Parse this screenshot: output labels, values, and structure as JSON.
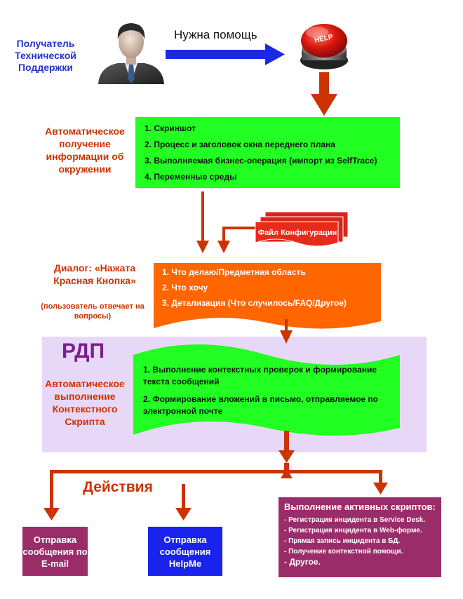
{
  "recipient_label": "Получатель Технической Поддержки",
  "arrow_label": "Нужна помощь",
  "help_button_text": "HELP",
  "env_label": "Автоматическое получение информации об окружении",
  "env_items": [
    "1. Скриншот",
    "2. Процесс и заголовок окна переднего плана",
    "3. Выполняемая бизнес-операция (импорт из SelfTrace)",
    "4. Переменные среды"
  ],
  "config_file_label": "Файл Конфигурации",
  "dialog_title": "Диалог: «Нажата Красная Кнопка»",
  "dialog_note": "(пользователь отвечает на вопросы)",
  "dialog_items": [
    "1. Что делаю/Предметная область",
    "2. Что хочу",
    "3. Детализация (Что случилось/FAQ/Другое)"
  ],
  "rdp_title": "РДП",
  "script_label": "Автоматическое выполнение Контекстного Скрипта",
  "script_items": [
    "1. Выполнение контекстных проверок и формирование текста сообщений",
    "2. Формирование вложений в письмо, отправляемое  по электронной почте"
  ],
  "actions_label": "Действия",
  "action_email": "Отправка сообщения по E-mail",
  "action_helpme": "Отправка сообщения HelpMe",
  "active_scripts_title": "Выполнение активных скриптов:",
  "active_scripts_items": [
    "- Регистрация инцидента в Service Desk.",
    "- Регистрация инцидента в Web-форме.",
    "- Прямая запись инцидента в БД.",
    "- Получение контекстной помощи.",
    "- Другое."
  ],
  "colors": {
    "blue_text": "#2233c8",
    "red_text": "#cc3300",
    "env_box": "#22ff22",
    "dialog_box": "#ff6600",
    "rdp_background": "#e8d8f8",
    "rdp_title": "#7a1f8f",
    "email_box": "#9b2c6a",
    "helpme_box": "#1a22ee",
    "active_box": "#9b2c6a",
    "config_file": "#e82a1a",
    "arrow_red": "#cc3300",
    "arrow_blue": "#1a2ae0"
  }
}
